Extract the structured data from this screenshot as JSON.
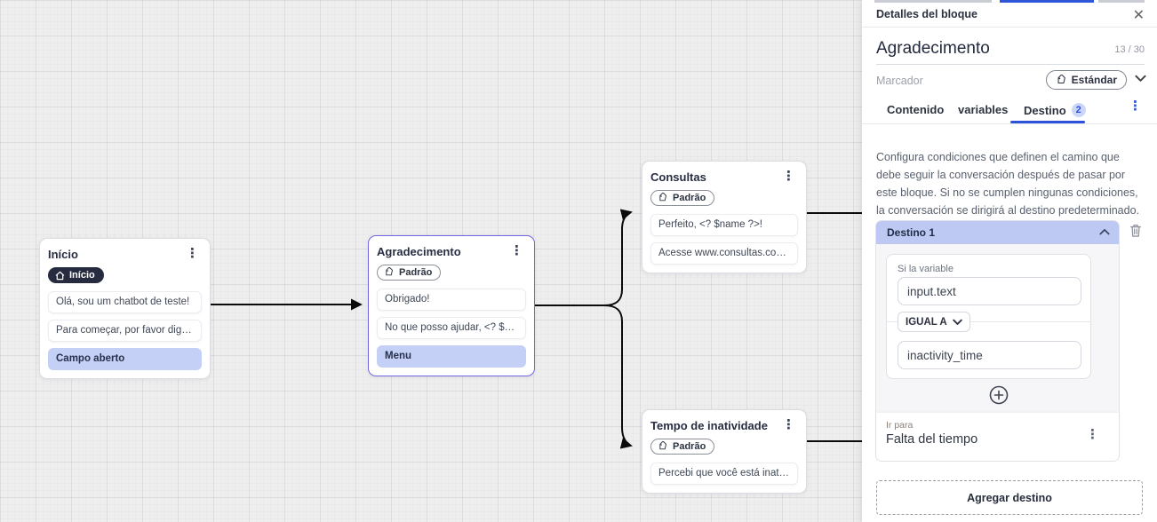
{
  "colors": {
    "accent_blue": "#2d52d8",
    "selected_node_border": "#7467e4",
    "highlight_row_bg": "#c4d0f6",
    "destination_header_bg": "#bdc9f2",
    "node_badge_dark_bg": "#262b3f",
    "canvas_bg": "#eeeeee"
  },
  "canvas": {
    "nodes": [
      {
        "title": "Início",
        "badge": {
          "icon": "home-icon",
          "label": "Início"
        },
        "rows": [
          {
            "text": "Olá, sou um chatbot de teste!"
          },
          {
            "text": "Para começar, por favor digite o ..."
          },
          {
            "text": "Campo aberto",
            "highlight": true
          }
        ]
      },
      {
        "title": "Agradecimento",
        "badge": {
          "icon": "tag-icon",
          "label": "Padrão"
        },
        "rows": [
          {
            "text": "Obrigado!"
          },
          {
            "text": "No que posso ajudar, <? $name ..."
          },
          {
            "text": "Menu",
            "highlight": true
          }
        ]
      },
      {
        "title": "Consultas",
        "badge": {
          "icon": "tag-icon",
          "label": "Padrão"
        },
        "rows": [
          {
            "text": "Perfeito, <? $name ?>!"
          },
          {
            "text": "Acesse www.consultas.com par..."
          }
        ]
      },
      {
        "title": "Tempo de inatividade",
        "badge": {
          "icon": "tag-icon",
          "label": "Padrão"
        },
        "rows": [
          {
            "text": "Percebi que você está inativo. C..."
          }
        ]
      }
    ]
  },
  "panel": {
    "title": "Detalles del bloque",
    "block_name": "Agradecimento",
    "char_counter": "13 / 30",
    "marker_placeholder": "Marcador",
    "marker_value": "Estándar",
    "tabs": {
      "contenido": "Contenido",
      "variables": "variables",
      "destino": "Destino",
      "destino_badge": "2"
    },
    "description": "Configura condiciones que definen el camino que debe seguir la conversación después de pasar por este bloque. Si no se cumplen ningunas condiciones, la conversación se dirigirá al destino predeterminado.",
    "destination_card": {
      "header": "Destino 1",
      "if_variable_label": "Si la variable",
      "variable_value": "input.text",
      "operator": "IGUAL A",
      "comparison_value": "inactivity_time",
      "go_to_label": "Ir para",
      "go_to_value": "Falta del tiempo"
    },
    "add_destination": "Agregar destino"
  }
}
